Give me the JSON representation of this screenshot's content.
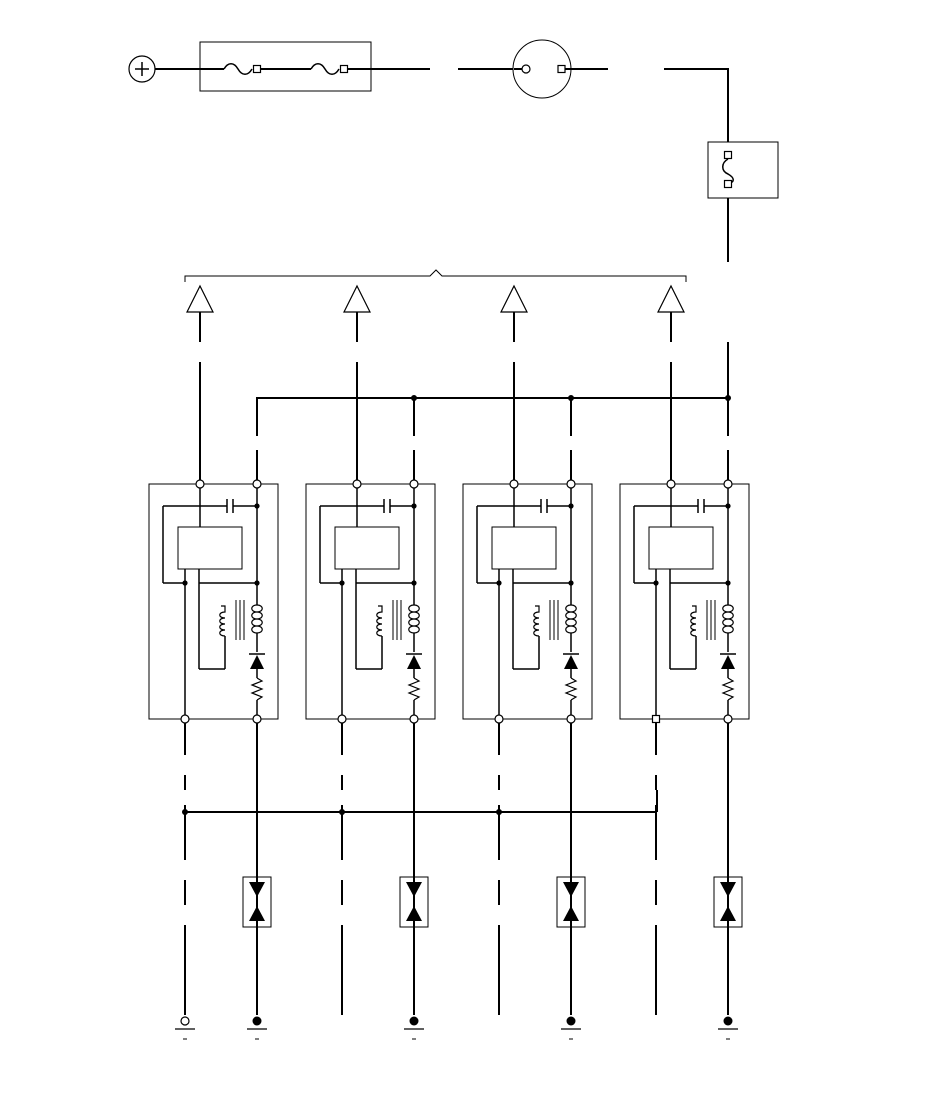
{
  "diagram": {
    "type": "wiring-schematic",
    "ink_color": "#000000",
    "background_color": "#ffffff",
    "symbols": {
      "battery": "battery-positive-icon",
      "fuse": "fuse-icon",
      "switch": "ignition-switch-icon",
      "connector": "connector-icon",
      "ground": "ground-icon",
      "splice": "splice-dot-icon"
    },
    "relay_modules": [
      {
        "name": "relay-module-1"
      },
      {
        "name": "relay-module-2"
      },
      {
        "name": "relay-module-3"
      },
      {
        "name": "relay-module-4"
      }
    ],
    "labels": []
  }
}
